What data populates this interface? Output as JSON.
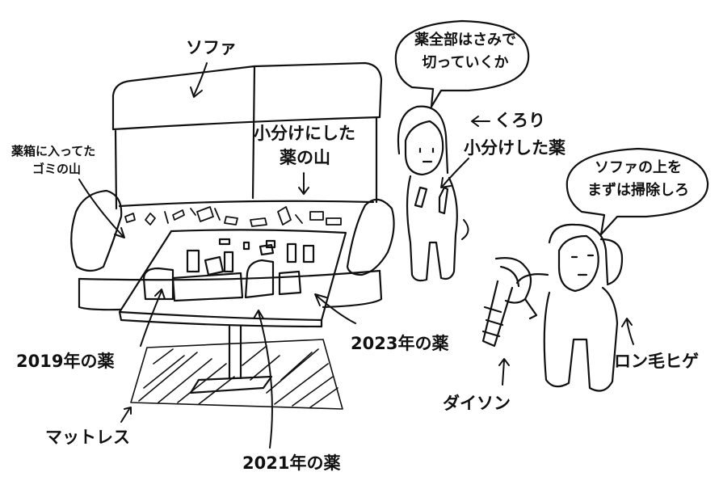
{
  "labels": {
    "sofa": "ソファ",
    "dust_in_box_line1": "薬箱に入ってた",
    "dust_in_box_line2": "ゴミの山",
    "pile_line1": "小分けにした",
    "pile_line2": "薬の山",
    "kurori": "くろり",
    "kurori_item": "小分けした薬",
    "med_2019": "2019年の薬",
    "med_2021": "2021年の薬",
    "med_2023": "2023年の薬",
    "mattress": "マットレス",
    "dyson": "ダイソン",
    "long_hair_beard": "ロン毛ヒゲ"
  },
  "bubbles": {
    "left_line1": "薬全部はさみで",
    "left_line2": "切っていくか",
    "right_line1": "ソファの上を",
    "right_line2": "まずは掃除しろ"
  },
  "colors": {
    "ink": "#111111",
    "background": "#ffffff"
  }
}
